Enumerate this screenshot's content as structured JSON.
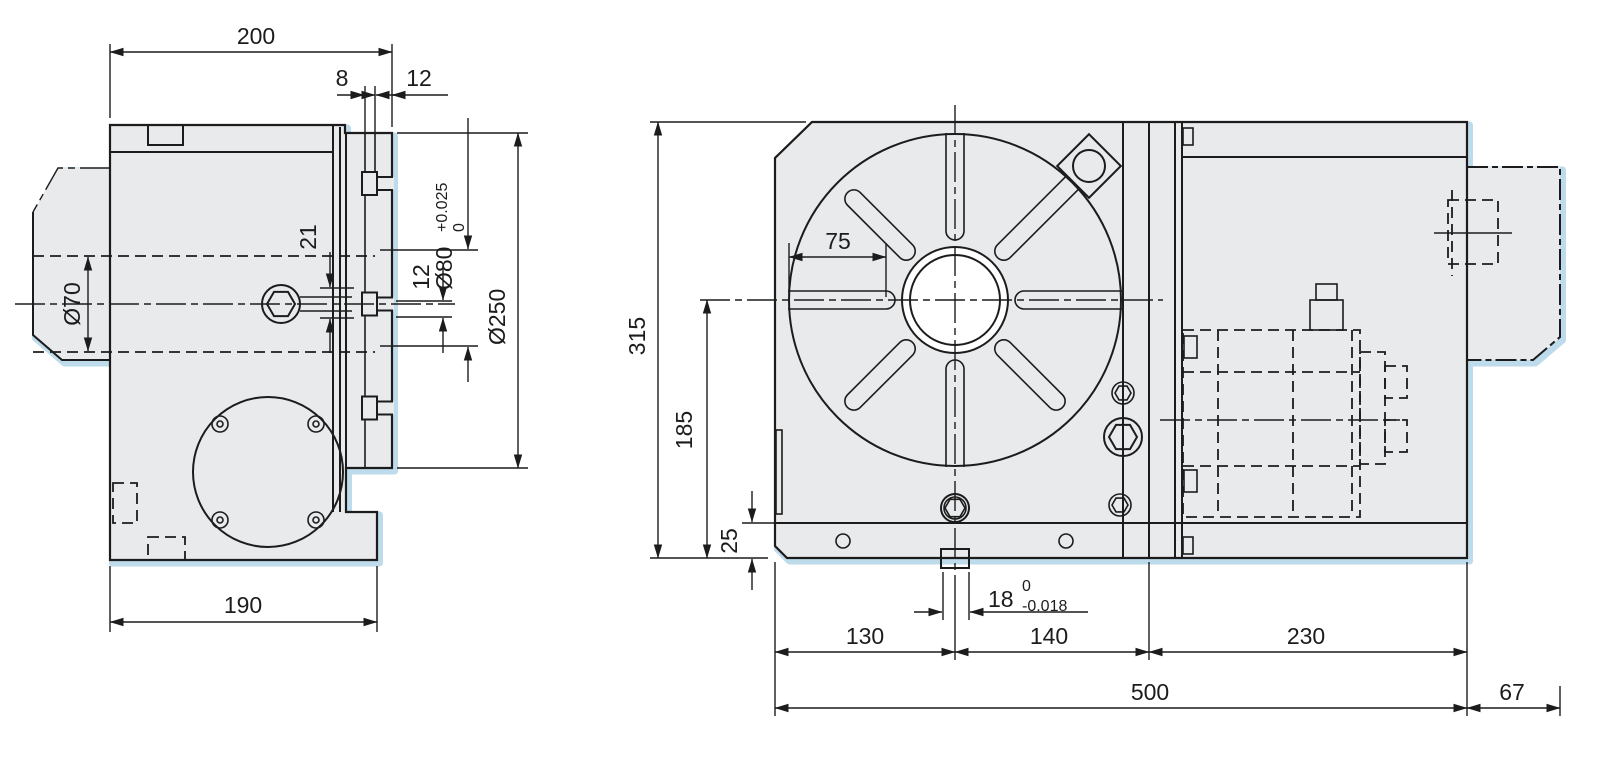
{
  "colors": {
    "line": "#1c1c1c",
    "body_fill": "#e9eaec",
    "halo": "#bedbeb",
    "background": "#ffffff"
  },
  "side_view": {
    "dim_width_top": "200",
    "dim_slot_a": "8",
    "dim_slot_b": "12",
    "dim_key_offset": "21",
    "dim_key_width": "12",
    "dim_bore": "Ø70",
    "dim_spigot": "Ø80",
    "spigot_tol_upper": "+0.025",
    "spigot_tol_lower": "0",
    "dim_table": "Ø250",
    "dim_base": "190"
  },
  "front_view": {
    "dim_height": "315",
    "dim_center_height": "185",
    "dim_slot_length": "75",
    "dim_base_height": "25",
    "dim_key": "18",
    "key_tol_upper": "0",
    "key_tol_lower": "-0.018",
    "dim_left": "130",
    "dim_center": "140",
    "dim_motor": "230",
    "dim_total": "500",
    "dim_tab": "67"
  }
}
